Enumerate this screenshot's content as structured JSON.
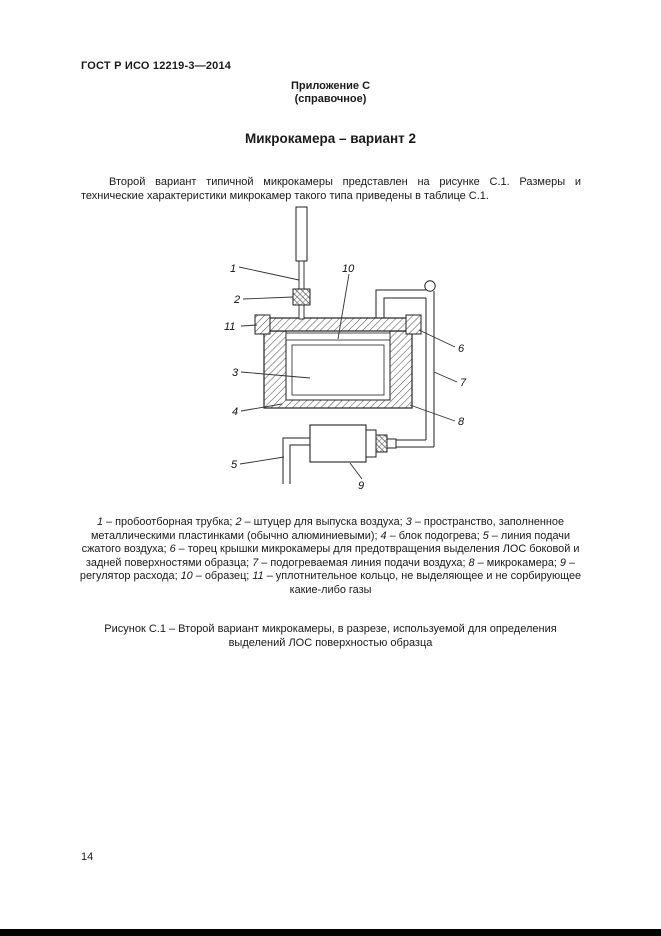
{
  "page": {
    "header": "ГОСТ Р ИСО 12219-3—2014",
    "page_number": "14"
  },
  "appendix": {
    "label": "Приложение С",
    "note": "(справочное)",
    "title": "Микрокамера – вариант 2"
  },
  "intro_text": "Второй вариант типичной микрокамеры представлен на рисунке С.1. Размеры и технические характеристики микрокамер такого типа приведены в таблице С.1.",
  "figure": {
    "callouts": {
      "tube": "1",
      "outlet": "2",
      "seal": "11",
      "space": "3",
      "heater": "4",
      "airline": "5",
      "sample": "10",
      "lid_end": "6",
      "heated_line": "7",
      "chamber": "8",
      "regulator": "9"
    },
    "legend_items": [
      {
        "num": "1",
        "text": "пробоотборная трубка"
      },
      {
        "num": "2",
        "text": "штуцер для выпуска воздуха"
      },
      {
        "num": "3",
        "text": "пространство, заполненное металлическими пластинками (обычно алюминиевыми)"
      },
      {
        "num": "4",
        "text": "блок подогрева"
      },
      {
        "num": "5",
        "text": "линия подачи сжатого воздуха"
      },
      {
        "num": "6",
        "text": "торец крышки микрокамеры для предотвращения выделения ЛОС боковой и задней поверхностями образца"
      },
      {
        "num": "7",
        "text": "подогреваемая линия подачи воздуха"
      },
      {
        "num": "8",
        "text": "микрокамера"
      },
      {
        "num": "9",
        "text": "регулятор расхода"
      },
      {
        "num": "10",
        "text": "образец"
      },
      {
        "num": "11",
        "text": "уплотнительное кольцо, не выделяющее и не сорбирующее какие-либо газы"
      }
    ],
    "caption": "Рисунок С.1 – Второй вариант микрокамеры, в разрезе, используемой для определения выделений ЛОС поверхностью образца"
  }
}
